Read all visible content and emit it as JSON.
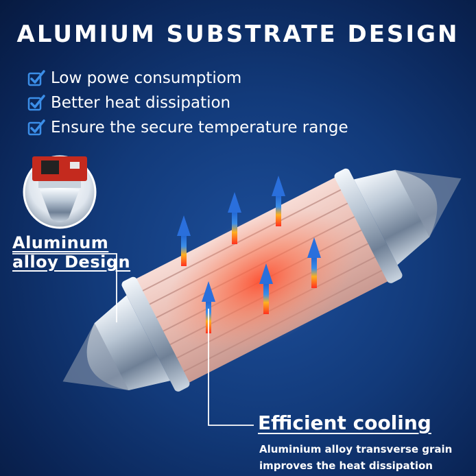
{
  "header": {
    "title": "ALUMIUM SUBSTRATE DESIGN"
  },
  "features": [
    {
      "label": "Low powe consumptiom",
      "icon": "checkbox-checked-icon"
    },
    {
      "label": "Better heat dissipation",
      "icon": "checkbox-checked-icon"
    },
    {
      "label": "Ensure the secure temperature range",
      "icon": "checkbox-checked-icon"
    }
  ],
  "callout_left": {
    "line1": "Aluminum",
    "line2": "alloy Design"
  },
  "callout_bottom": {
    "title": "Efficient cooling",
    "line1": "Aluminium alloy transverse grain",
    "line2": "improves the heat dissipation"
  },
  "colors": {
    "background": "#0a2455",
    "accent_blue": "#3b8ee8",
    "heat_red": "#ff5a3a",
    "heat_orange": "#ffb020"
  }
}
